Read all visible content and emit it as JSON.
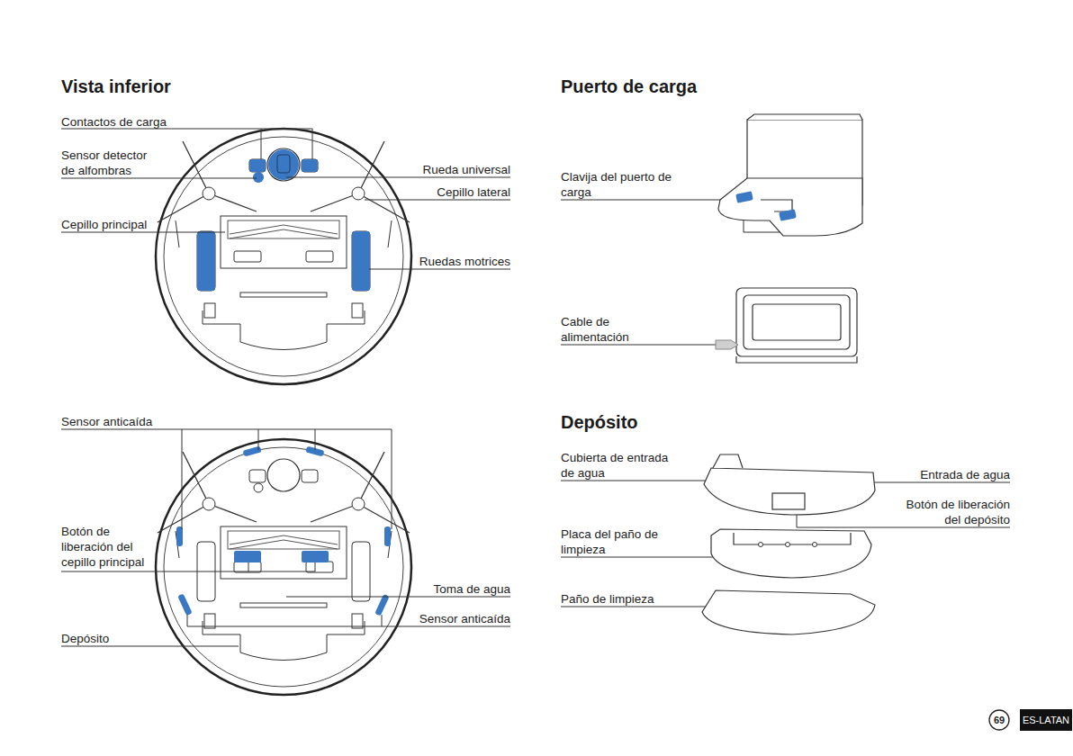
{
  "diagram": {
    "labels": [
      "Vista inferior",
      "Contactos de carga",
      "Sensor detector de alfombras",
      "Rueda universal",
      "Cepillo lateral",
      "Cepillo principal",
      "Ruedas motrices",
      "Sensor anticaída",
      "Botón de liberación del cepillo principal",
      "Toma de agua",
      "Sensor anticaída",
      "Depósito",
      "Puerto de carga",
      "Clavija del puerto de carga",
      "Cable de alimentación",
      "Depósito",
      "Cubierta de entrada de agua",
      "Entrada de agua",
      "Botón de liberación del depósito",
      "Placa del paño de limpieza",
      "Paño de limpieza",
      "69",
      "ES-LATAN"
    ]
  }
}
